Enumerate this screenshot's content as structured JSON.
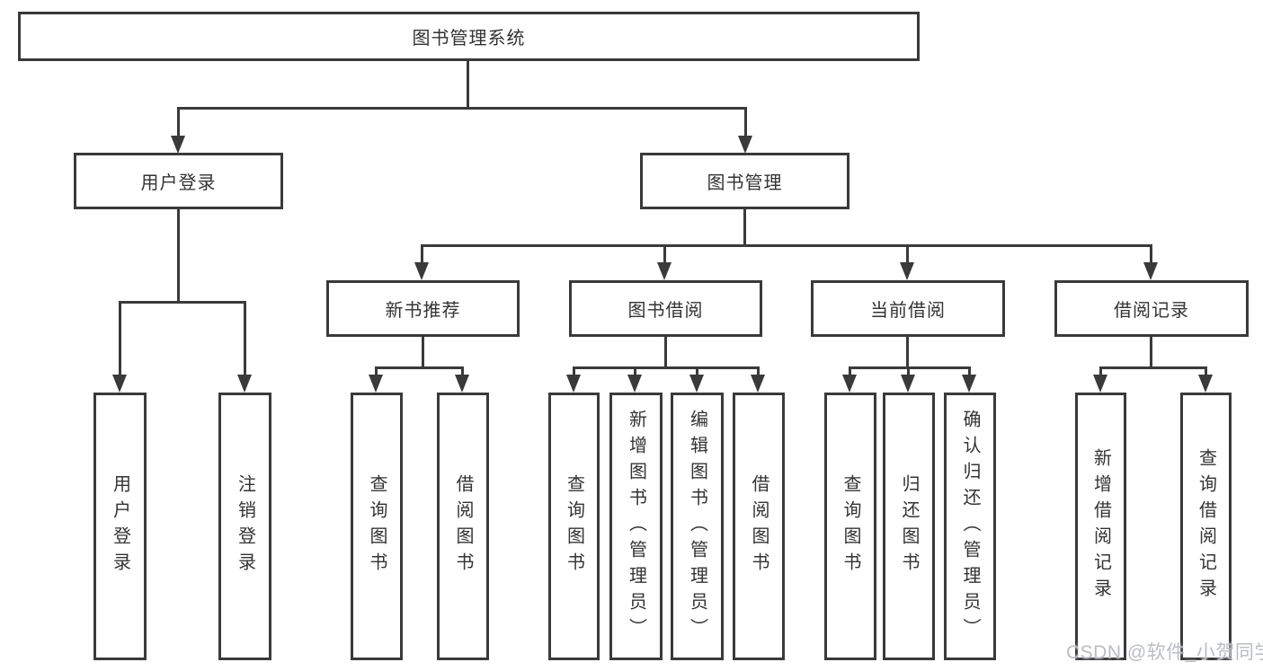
{
  "tree": {
    "root": {
      "label": "图书管理系统"
    },
    "branches": [
      {
        "label": "用户登录",
        "children": [
          {
            "label": "用户登录"
          },
          {
            "label": "注销登录"
          }
        ]
      },
      {
        "label": "图书管理",
        "children": [
          {
            "label": "新书推荐",
            "children": [
              {
                "label": "查询图书"
              },
              {
                "label": "借阅图书"
              }
            ]
          },
          {
            "label": "图书借阅",
            "children": [
              {
                "label": "查询图书"
              },
              {
                "label": "新增图书（管理员）"
              },
              {
                "label": "编辑图书（管理员）"
              },
              {
                "label": "借阅图书"
              }
            ]
          },
          {
            "label": "当前借阅",
            "children": [
              {
                "label": "查询图书"
              },
              {
                "label": "归还图书"
              },
              {
                "label": "确认归还（管理员）"
              }
            ]
          },
          {
            "label": "借阅记录",
            "children": [
              {
                "label": "新增借阅记录"
              },
              {
                "label": "查询借阅记录"
              }
            ]
          }
        ]
      }
    ]
  },
  "watermark": {
    "text": "CSDN @软件_小贺同学"
  },
  "colors": {
    "line": "#3a3a3a",
    "text": "#333333",
    "background": "#ffffff",
    "watermark": "#b9bdc3"
  }
}
